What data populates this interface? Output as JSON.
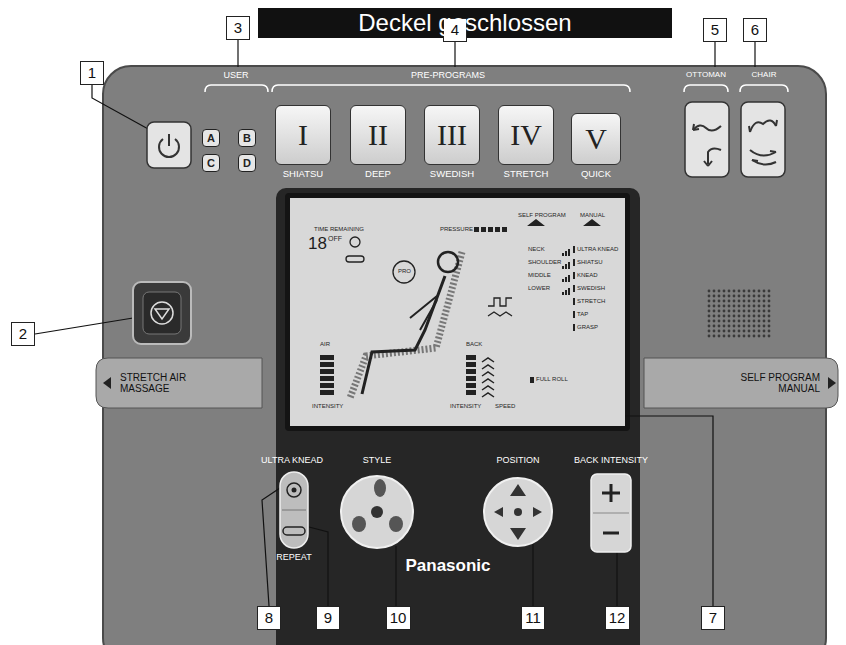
{
  "diagram": {
    "title": "Deckel geschlossen",
    "nodes": [
      {
        "text": [
          "Deckel geschlossen"
        ]
      },
      {
        "text": [
          "1"
        ]
      },
      {
        "text": [
          "2"
        ]
      },
      {
        "text": [
          "3"
        ]
      },
      {
        "text": [
          "4"
        ]
      },
      {
        "text": [
          "5"
        ]
      },
      {
        "text": [
          "6"
        ]
      },
      {
        "text": [
          "7"
        ]
      },
      {
        "text": [
          "8"
        ]
      },
      {
        "text": [
          "9"
        ]
      },
      {
        "text": [
          "10"
        ]
      },
      {
        "text": [
          "11"
        ]
      },
      {
        "text": [
          "12"
        ]
      },
      {
        "text": [
          "A"
        ]
      },
      {
        "text": [
          "B"
        ]
      },
      {
        "text": [
          "C"
        ]
      },
      {
        "text": [
          "D"
        ]
      },
      {
        "text": [
          "I",
          "SHIATSU"
        ]
      },
      {
        "text": [
          "II",
          "DEEP"
        ]
      },
      {
        "text": [
          "III",
          "SWEDISH"
        ]
      },
      {
        "text": [
          "IV",
          "STRETCH"
        ]
      },
      {
        "text": [
          "V",
          "QUICK"
        ]
      },
      {
        "text": [
          "STRETCH AIR MASSAGE"
        ]
      },
      {
        "text": [
          "TIME REMAINING",
          "18",
          "OFF",
          "PRESSURE",
          "SELF PROGRAM",
          "MANUAL",
          "PRO",
          "NECK",
          "SHOULDER",
          "MIDDLE",
          "LOWER",
          "ULTRA KNEAD",
          "SHIATSU",
          "KNEAD",
          "SWEDISH",
          "STRETCH",
          "TAP",
          "GRASP",
          "AIR",
          "BACK",
          "FULL ROLL",
          "INTENSITY",
          "INTENSITY",
          "SPEED"
        ]
      },
      {
        "text": [
          "SELF PROGRAM MANUAL"
        ]
      }
    ],
    "edges": [
      {
        "from": 7,
        "to": 23,
        "arrow": "none"
      }
    ],
    "labels": [
      "USER",
      "PRE-PROGRAMS",
      "OTTOMAN",
      "CHAIR",
      "ULTRA KNEAD",
      "STYLE",
      "POSITION",
      "BACK INTENSITY",
      "REPEAT",
      "Panasonic"
    ]
  }
}
